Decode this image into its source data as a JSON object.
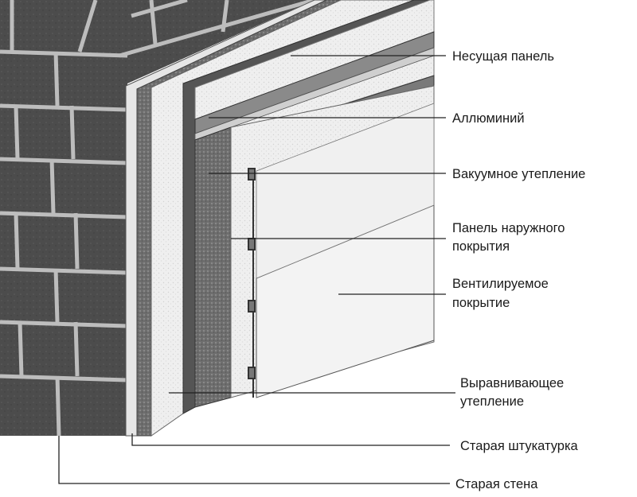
{
  "diagram": {
    "labels": {
      "load_bearing_panel": "Несущая панель",
      "aluminium": "Аллюминий",
      "vacuum_insulation": "Вакуумное утепление",
      "outer_panel_line1": "Панель наружного",
      "outer_panel_line2": "покрытия",
      "ventilated_line1": "Вентилируемое",
      "ventilated_line2": "покрытие",
      "leveling_line1": "Выравнивающее",
      "leveling_line2": "утепление",
      "old_plaster": "Старая штукатурка",
      "old_wall": "Старая стена"
    }
  }
}
